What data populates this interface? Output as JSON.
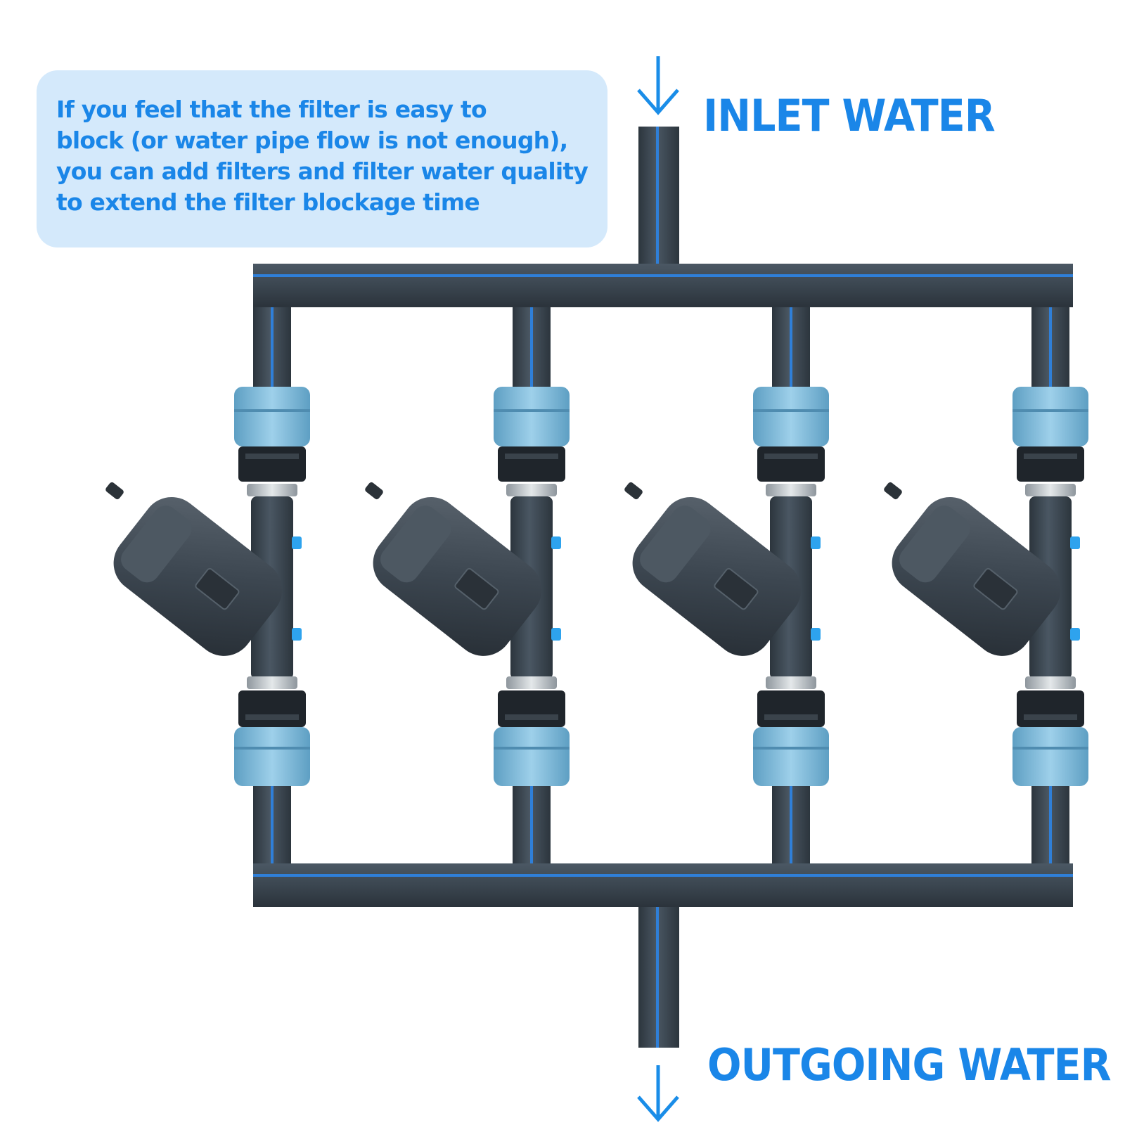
{
  "note": {
    "lines": [
      "If you feel that the filter is easy to",
      "block (or water pipe flow is not enough),",
      "you can add filters and filter water quality",
      "to extend the filter blockage time"
    ]
  },
  "labels": {
    "inlet": "INLET WATER",
    "outlet": "OUTGOING WATER"
  },
  "colors": {
    "text_blue": "#1a86e8",
    "note_background": "#d4e9fb",
    "pipe": "#3f4b56",
    "pipe_stripe": "#2f7fd8",
    "coupling": "#7ab8d9",
    "filter_body": "#3d4650"
  },
  "icons": {
    "inlet_arrow": "arrow-down-icon",
    "outlet_arrow": "arrow-down-icon"
  }
}
